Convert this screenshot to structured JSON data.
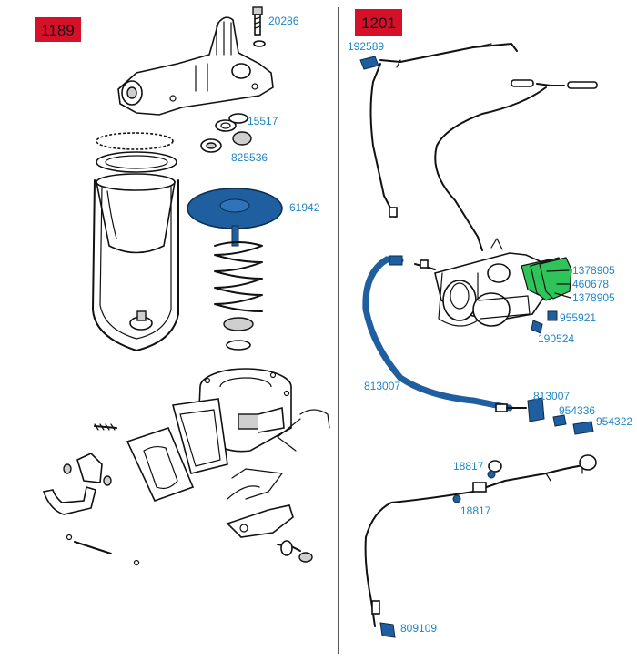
{
  "sections": [
    {
      "ref": "1189",
      "bg": "#d7102a"
    },
    {
      "ref": "1201",
      "bg": "#d7102a"
    }
  ],
  "colors": {
    "highlight_blue": "#1f5f9f",
    "highlight_green": "#2ec45a",
    "label_blue": "#1f86c7"
  },
  "labels_left": [
    "20286",
    "15517",
    "825536",
    "61942"
  ],
  "labels_right": [
    "192589",
    "1378905",
    "460678",
    "1378905",
    "955921",
    "190524",
    "813007",
    "813007",
    "954336",
    "954322",
    "18817",
    "18817",
    "809109"
  ]
}
